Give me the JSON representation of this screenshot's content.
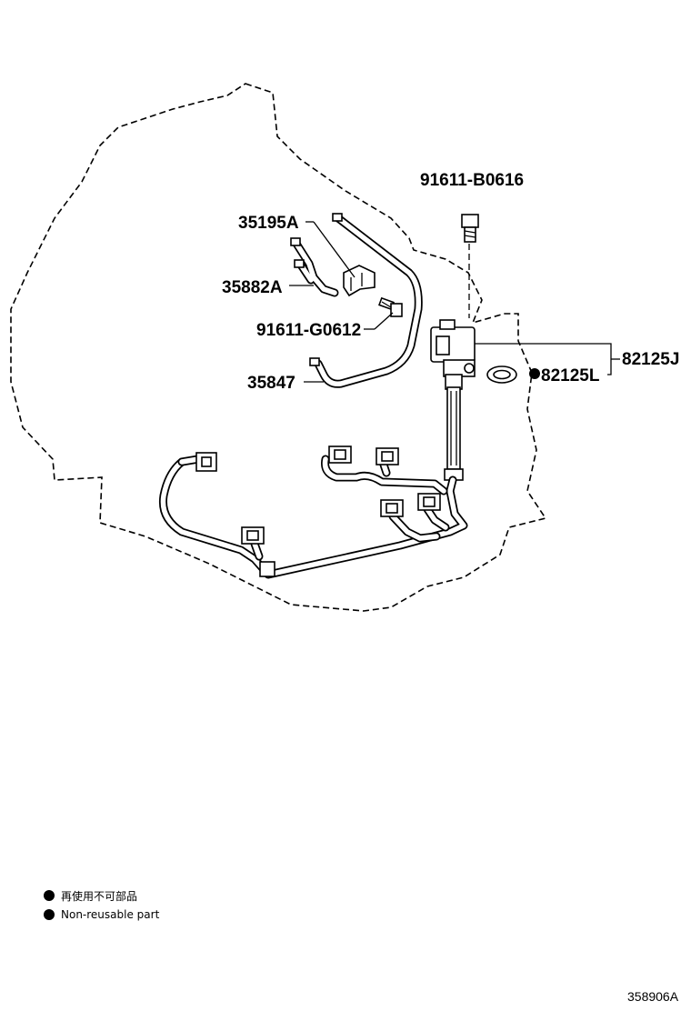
{
  "parts": {
    "bolt_top": "91611-B0616",
    "clamp": "35195A",
    "hose_small": "35882A",
    "bolt_clamp": "91611-G0612",
    "tube": "35847",
    "sensor": "82125J",
    "o_ring": "82125L"
  },
  "legend": {
    "jp": "再使用不可部品",
    "en": "Non-reusable part"
  },
  "figure_number": "358906A",
  "colors": {
    "line": "#000000",
    "background": "#ffffff"
  },
  "icons": {
    "non_reusable_marker": "filled-circle"
  }
}
